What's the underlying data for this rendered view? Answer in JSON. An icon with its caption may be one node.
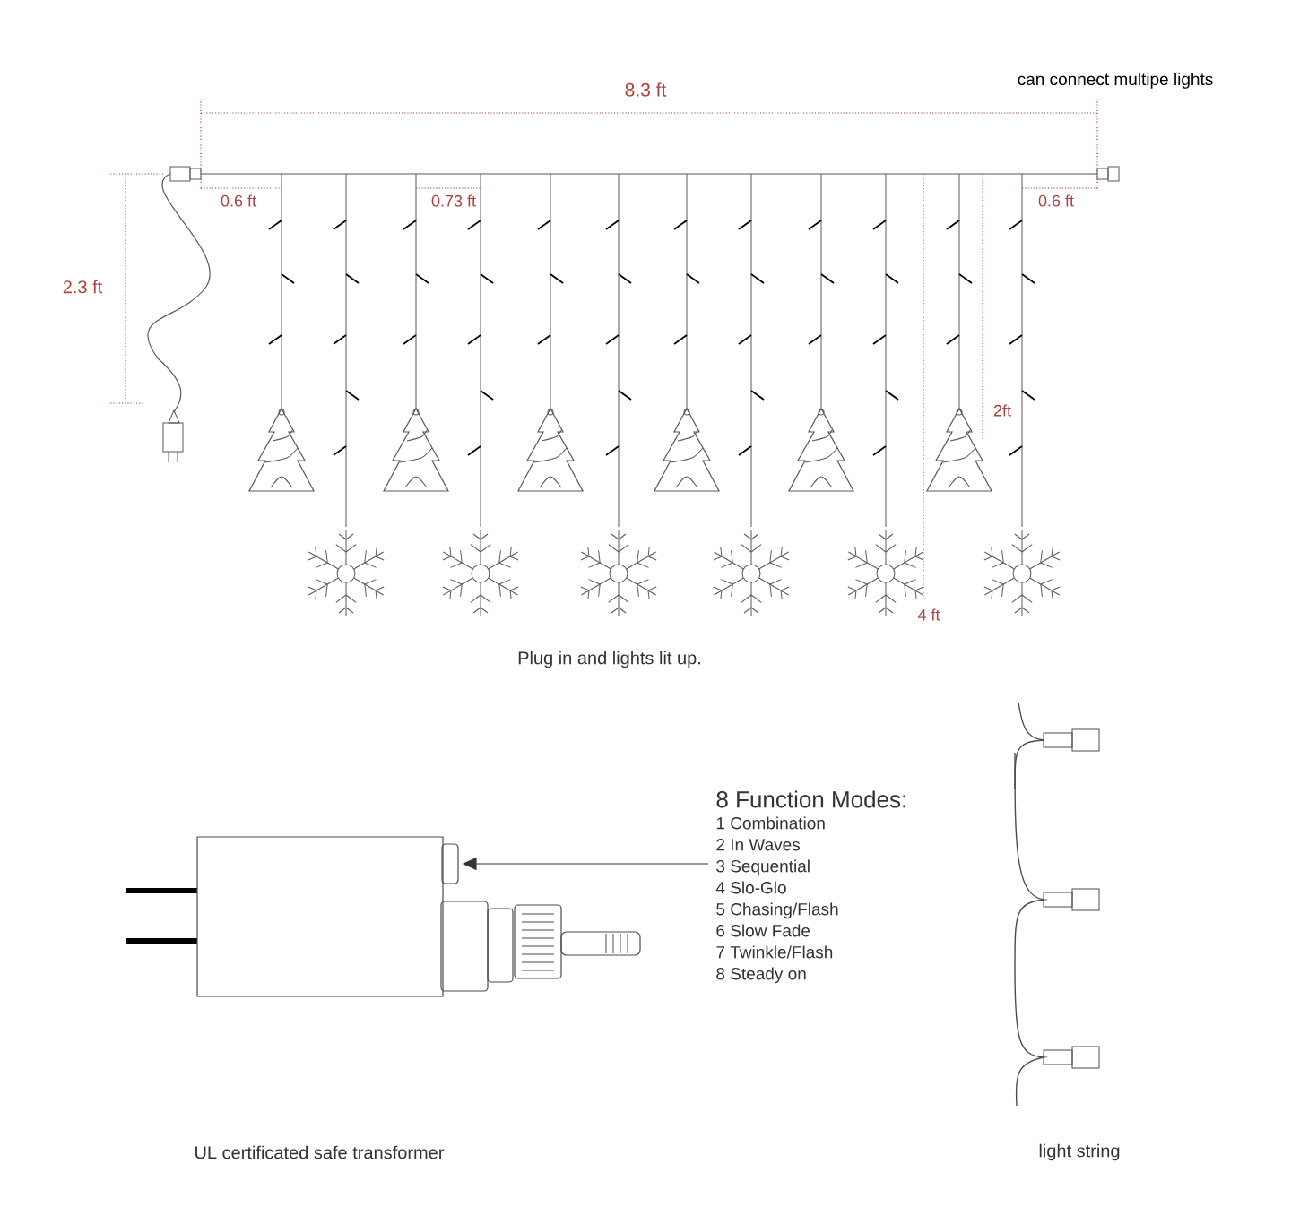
{
  "diagram": {
    "nodes": [
      {
        "text": [
          "8 Function Modes:",
          "1 Combination",
          "2 In Waves",
          "3 Sequential",
          "4 Slo-Glo",
          "5 Chasing/Flash",
          "6 Slow Fade",
          "7 Twinkle/Flash",
          "8 Steady on"
        ]
      },
      {
        "text": [],
        "shape": "box"
      }
    ],
    "edges": [
      {
        "from": 0,
        "to": 1,
        "arrow": "to"
      }
    ],
    "labels": [
      "can connect multipe lights",
      "8.3 ft",
      "0.6 ft",
      "0.73 ft",
      "0.6 ft",
      "2.3 ft",
      "2ft",
      "4 ft",
      "Plug in and lights lit up.",
      "UL certificated safe transformer",
      "light string"
    ]
  }
}
